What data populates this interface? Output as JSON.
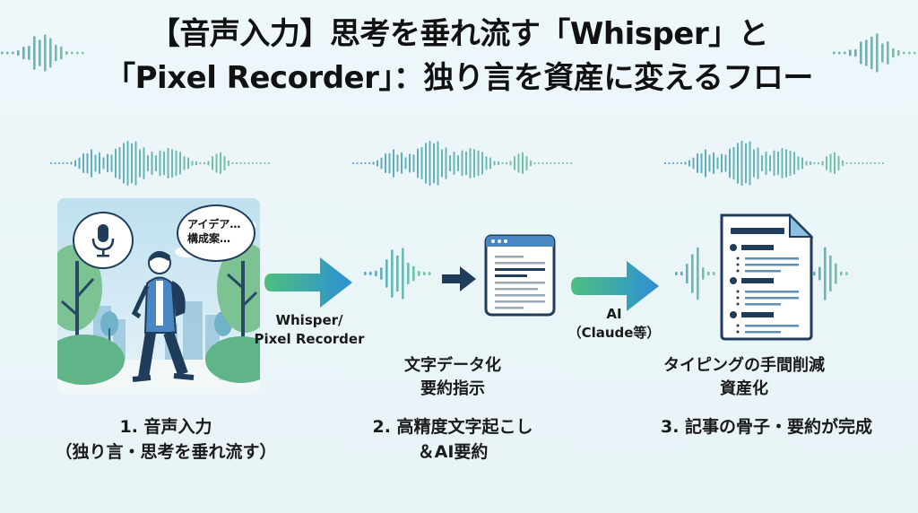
{
  "header": {
    "title_line1": "【音声入力】思考を垂れ流す「Whisper」と",
    "title_line2": "「Pixel Recorder」：独り言を資産に変えるフロー"
  },
  "illustration": {
    "speech_bubble_line1": "アイデア…",
    "speech_bubble_line2": "構成案…",
    "icons": [
      "microphone-icon",
      "walking-person",
      "trees",
      "city-skyline"
    ]
  },
  "flow": {
    "arrow1_label_line1": "Whisper/",
    "arrow1_label_line2": "Pixel Recorder",
    "arrow2_label_line1": "AI",
    "arrow2_label_line2": "（Claude等）",
    "step2_desc_line1": "文字データ化",
    "step2_desc_line2": "要約指示",
    "step3_desc_line1": "タイピングの手間削減",
    "step3_desc_line2": "資産化"
  },
  "steps": [
    {
      "line1": "1. 音声入力",
      "line2": "（独り言・思考を垂れ流す）"
    },
    {
      "line1": "2. 高精度文字起こし",
      "line2": "＆AI要約"
    },
    {
      "line1": "3. 記事の骨子・要約が完成",
      "line2": ""
    }
  ],
  "colors": {
    "arrow_start": "#4cc07f",
    "arrow_end": "#2e8fd6",
    "dark_navy": "#1f3d5a",
    "wave_blue": "#5aa6c8",
    "wave_green": "#79c9a0"
  }
}
